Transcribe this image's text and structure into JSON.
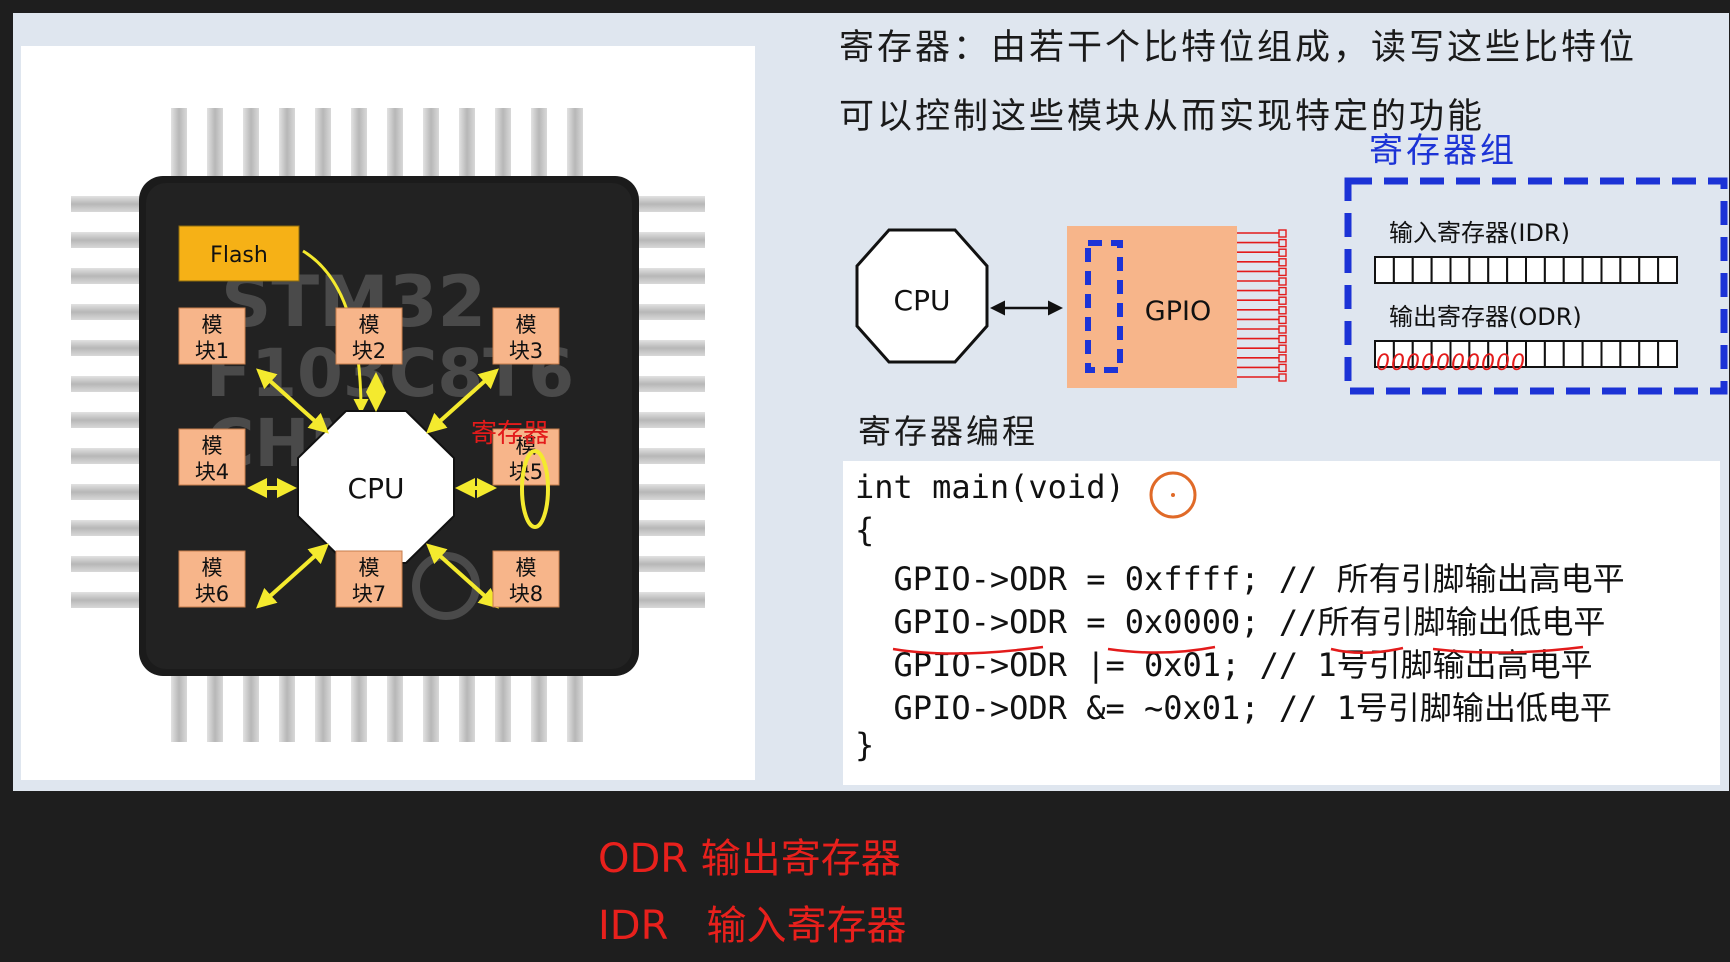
{
  "slide": {
    "title_line1": "寄存器：由若干个比特位组成，读写这些比特位",
    "title_line2": "可以控制这些模块从而实现特定的功能"
  },
  "chip": {
    "flash_label": "Flash",
    "cpu_label": "CPU",
    "register_note": "寄存器",
    "module_prefix": "模",
    "modules": [
      "块1",
      "块2",
      "块3",
      "块4",
      "块5",
      "块6",
      "块7",
      "块8"
    ],
    "print_line1": "STM32",
    "print_line2": "F103C8T6",
    "print_line3": "CHN"
  },
  "gpio_diagram": {
    "cpu_label": "CPU",
    "gpio_label": "GPIO"
  },
  "register_group": {
    "title": "寄存器组",
    "idr_label": "输入寄存器(IDR)",
    "odr_label": "输出寄存器(ODR)",
    "bits_per_register": 16,
    "odr_handwritten_bits": "0000000000"
  },
  "programming": {
    "heading": "寄存器编程",
    "lines": [
      "int main(void)",
      "{",
      "  GPIO->ODR = 0xffff; // 所有引脚输出高电平",
      "  GPIO->ODR = 0x0000; //所有引脚输出低电平",
      "  GPIO->ODR |= 0x01; // 1号引脚输出高电平",
      "  GPIO->ODR &= ~0x01; // 1号引脚输出低电平",
      "}"
    ]
  },
  "captions": {
    "odr": "ODR 输出寄存器",
    "idr": "IDR   输入寄存器"
  },
  "colors": {
    "module_fill": "#f7b58a",
    "flash_fill": "#f6b116",
    "arrow_yellow": "#f4ea2e",
    "group_blue": "#1c33d6",
    "annotation_red": "#e31b1b",
    "caption_red": "#e8201c",
    "annotation_orange": "#e06a28"
  }
}
